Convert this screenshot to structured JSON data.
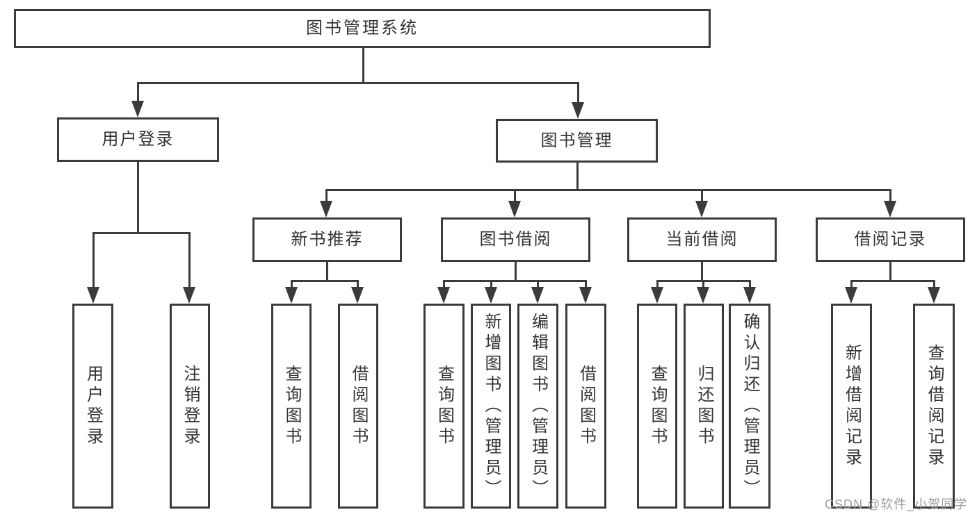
{
  "colors": {
    "line": "#3b3b3b",
    "text": "#333333",
    "watermark_text_color": "#9d9d9d",
    "background": "#ffffff"
  },
  "nodes": {
    "root": {
      "label": "图书管理系统"
    },
    "branches": [
      {
        "label": "用户登录",
        "parent": "图书管理系统"
      },
      {
        "label": "图书管理",
        "parent": "图书管理系统"
      }
    ],
    "modules": [
      {
        "label": "新书推荐",
        "parent": "图书管理"
      },
      {
        "label": "图书借阅",
        "parent": "图书管理"
      },
      {
        "label": "当前借阅",
        "parent": "图书管理"
      },
      {
        "label": "借阅记录",
        "parent": "图书管理"
      }
    ],
    "leaves": [
      {
        "label": "用户登录",
        "parent": "用户登录"
      },
      {
        "label": "注销登录",
        "parent": "用户登录"
      },
      {
        "label": "查询图书",
        "parent": "新书推荐"
      },
      {
        "label": "借阅图书",
        "parent": "新书推荐"
      },
      {
        "label": "查询图书",
        "parent": "图书借阅"
      },
      {
        "label": "新增图书（管理员）",
        "parent": "图书借阅"
      },
      {
        "label": "编辑图书（管理员）",
        "parent": "图书借阅"
      },
      {
        "label": "借阅图书",
        "parent": "图书借阅"
      },
      {
        "label": "查询图书",
        "parent": "当前借阅"
      },
      {
        "label": "归还图书",
        "parent": "当前借阅"
      },
      {
        "label": "确认归还（管理员）",
        "parent": "当前借阅"
      },
      {
        "label": "新增借阅记录",
        "parent": "借阅记录"
      },
      {
        "label": "查询借阅记录",
        "parent": "借阅记录"
      }
    ]
  },
  "watermark": {
    "text": "CSDN @软件_小贺同学"
  }
}
